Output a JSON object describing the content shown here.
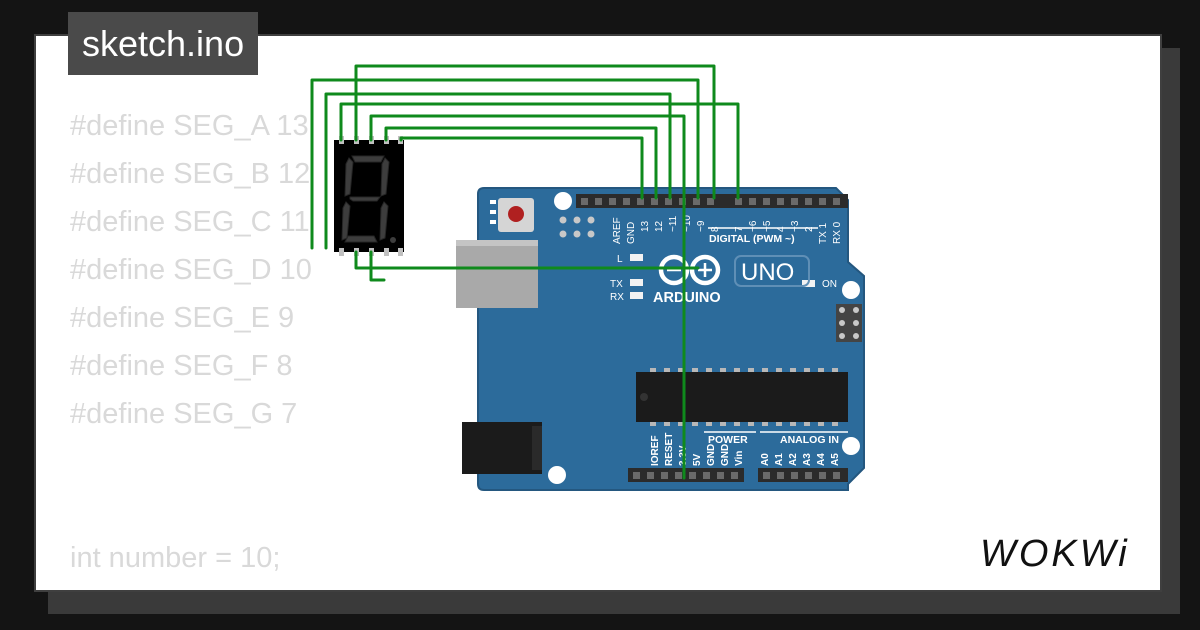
{
  "file": {
    "name": "sketch.ino"
  },
  "code": {
    "lines": [
      "#define SEG_A 13",
      "#define SEG_B 12",
      "#define SEG_C 11",
      "#define SEG_D 10",
      "#define SEG_E 9",
      "#define SEG_F 8",
      "#define SEG_G 7",
      "int number = 10;"
    ]
  },
  "board": {
    "brand": "ARDUINO",
    "model": "UNO",
    "digital_label": "DIGITAL (PWM ~)",
    "power_label": "POWER",
    "analog_label": "ANALOG IN",
    "led_l": "L",
    "led_tx": "TX",
    "led_rx": "RX",
    "led_on": "ON",
    "digital_pins": [
      "AREF",
      "GND",
      "13",
      "12",
      "~11",
      "~10",
      "~9",
      "8",
      "7",
      "~6",
      "~5",
      "4",
      "~3",
      "2",
      "TX 1",
      "RX 0"
    ],
    "power_pins": [
      "IOREF",
      "RESET",
      "3.3V",
      "5V",
      "GND",
      "GND",
      "Vin"
    ],
    "analog_pins": [
      "A0",
      "A1",
      "A2",
      "A3",
      "A4",
      "A5"
    ]
  },
  "brand": {
    "logo_text": "WOKWi"
  },
  "colors": {
    "board": "#2c6b9b",
    "wire": "#0f8a1c",
    "code_text": "#d9d9d9",
    "tag_bg": "#4a4a4a"
  }
}
